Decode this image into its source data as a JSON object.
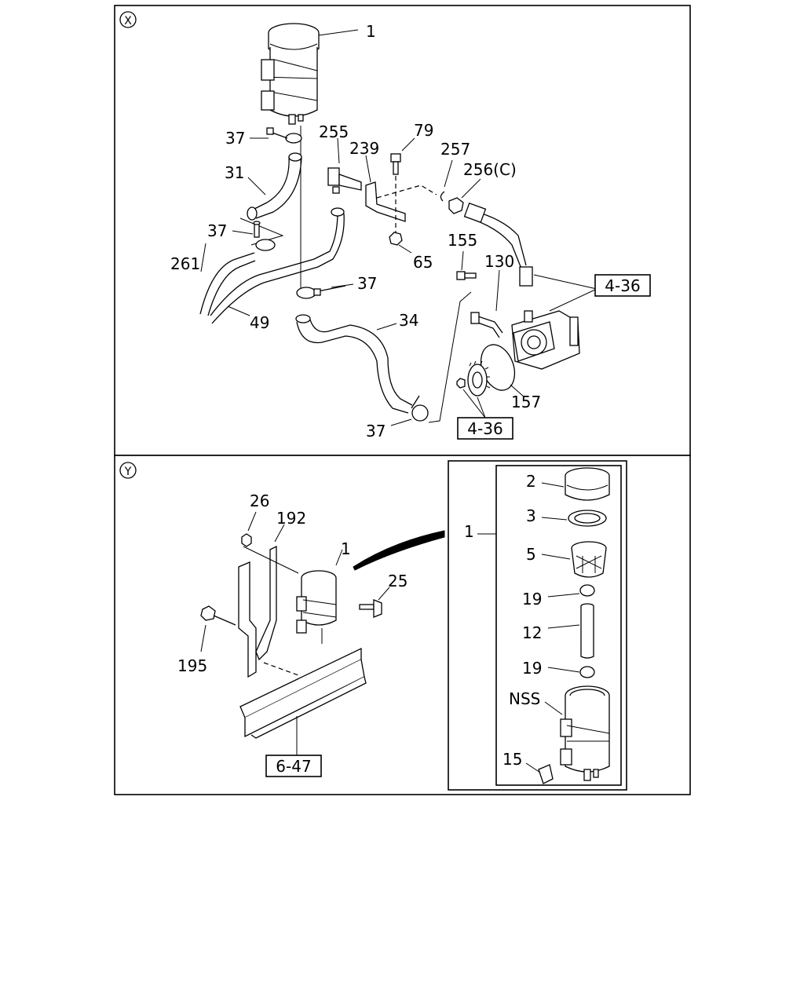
{
  "sections": {
    "x": {
      "marker": "X"
    },
    "y": {
      "marker": "Y"
    }
  },
  "x_callouts": {
    "c1": "1",
    "c37a": "37",
    "c255": "255",
    "c79": "79",
    "c239": "239",
    "c257": "257",
    "c256": "256(C)",
    "c31": "31",
    "c37b": "37",
    "c261": "261",
    "c65": "65",
    "c155": "155",
    "c130": "130",
    "c37c": "37",
    "c34": "34",
    "c49": "49",
    "c157": "157",
    "c37d": "37"
  },
  "x_refs": {
    "r1": "4-36",
    "r2": "4-36"
  },
  "y_callouts": {
    "c26": "26",
    "c192": "192",
    "c1": "1",
    "c25": "25",
    "c195": "195"
  },
  "y_refs": {
    "r1": "6-47"
  },
  "inset": {
    "c1": "1",
    "c2": "2",
    "c3": "3",
    "c5": "5",
    "c19a": "19",
    "c12": "12",
    "c19b": "19",
    "nss": "NSS",
    "c15": "15"
  }
}
